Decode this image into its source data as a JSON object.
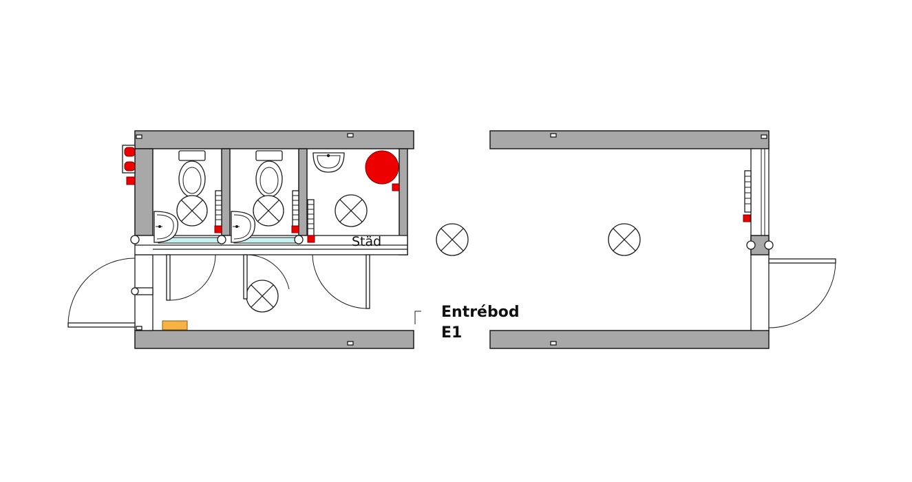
{
  "floor_plan": {
    "room_name": "Entrébod",
    "room_number": "E1",
    "cleaning_room_label": "Städ",
    "colors": {
      "wall_fill": "#a8a8a8",
      "fixture_red": "#ee0000",
      "glass": "#c8f2f2",
      "mat": "#f7b244"
    },
    "symbols": {
      "ceiling_light": "circle-x-icon",
      "toilet": "toilet-icon",
      "washbasin": "washbasin-icon",
      "radiator": "radiator-icon",
      "water_heater": "water-heater-icon",
      "door": "door-swing-icon"
    }
  }
}
